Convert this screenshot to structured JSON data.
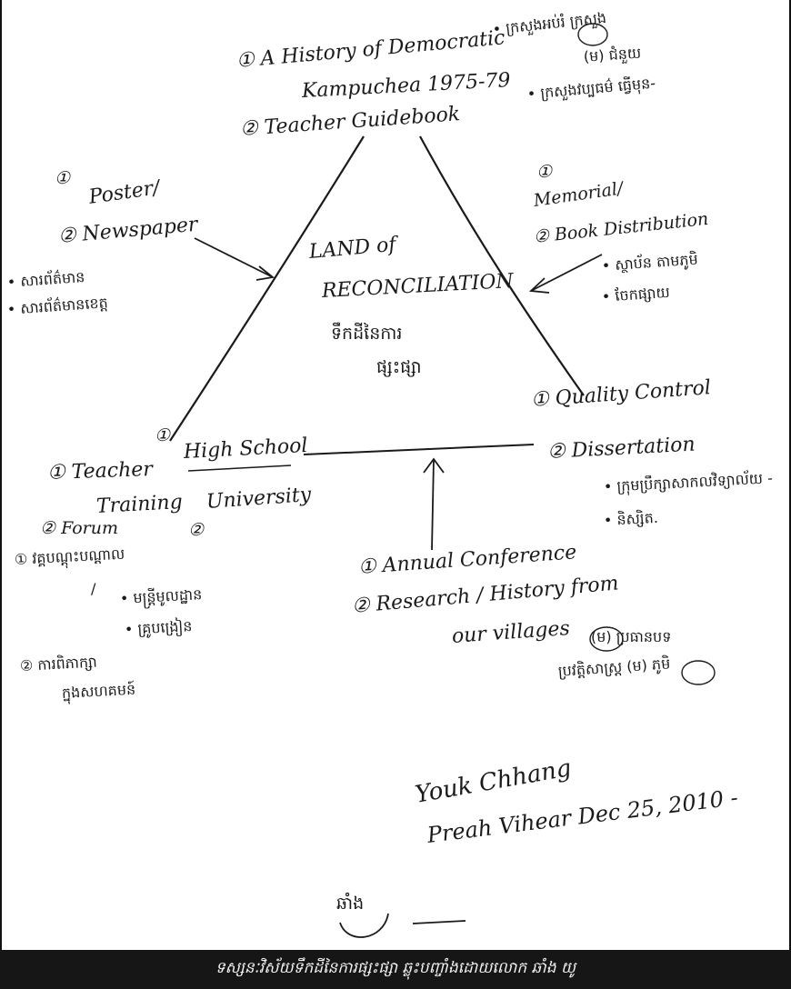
{
  "labels": {
    "top_1": "① A History of Democratic",
    "top_1b": "Kampuchea 1975-79",
    "top_2": "② Teacher Guidebook",
    "top_right_1": "• ក្រសួងអប់រំ ក្រសួង",
    "top_right_1b": "(ម) ជំនួយ",
    "top_right_2": "• ក្រសួងវប្បធម៌ ធ្វើមុន-",
    "left_num_1": "①",
    "left_poster": "Poster/",
    "left_newspaper": "② Newspaper",
    "left_bullet_1": "• សារព័ត៌មាន",
    "left_bullet_2": "• សារព័ត៌មានខេត្ត",
    "right_num_1": "①",
    "right_memorial": "Memorial/",
    "right_book": "② Book Distribution",
    "right_bullet_1": "• ស្ថាប័ន តាមភូមិ",
    "right_bullet_2": "• ចែកផ្សាយ",
    "center_1": "LAND of",
    "center_2": "RECONCILIATION",
    "center_kh_1": "ទឹកដីនៃការ",
    "center_kh_2": "ផ្សះផ្សា",
    "bl_num": "①",
    "bl_highschool": "High School",
    "bl_teacher": "① Teacher",
    "bl_training": "Training",
    "bl_university": "University",
    "bl_num2": "②",
    "bl_forum": "② Forum",
    "bl_kh_1": "① វគ្គបណ្តុះបណ្តាល",
    "bl_kh_1b": "/",
    "bl_kh_2": "• មន្ត្រីមូលដ្ឋាន",
    "bl_kh_3": "• គ្រូបង្រៀន",
    "bl_kh_4": "② ការពិភាក្សា",
    "bl_kh_4b": "ក្នុងសហគមន៍",
    "br_quality": "① Quality Control",
    "br_dissertation": "② Dissertation",
    "br_bullet_1": "• ក្រុមប្រឹក្សាសាកលវិទ្យាល័យ -",
    "br_bullet_2": "• និស្សិត.",
    "bc_annual": "① Annual Conference",
    "bc_research": "② Research / History from",
    "bc_villages": "our villages",
    "bc_kh_1": "(ម) ប្រធានបទ",
    "bc_kh_2": "ប្រវត្តិសាស្ត្រ (ម) ភូមិ",
    "sig_name": "Youk Chhang",
    "sig_place_date": "Preah Vihear Dec 25, 2010 -",
    "sig_kh": "ឆាំង"
  },
  "caption": "ទស្សនៈវិស័យទឹកដីនៃការផ្សះផ្សា ឆ្លុះបញ្ចាំងដោយលោក ឆាំង យូ",
  "colors": {
    "ink": "#1a1a1a",
    "caption_bg": "#161616",
    "caption_text": "#f2f2f2"
  }
}
